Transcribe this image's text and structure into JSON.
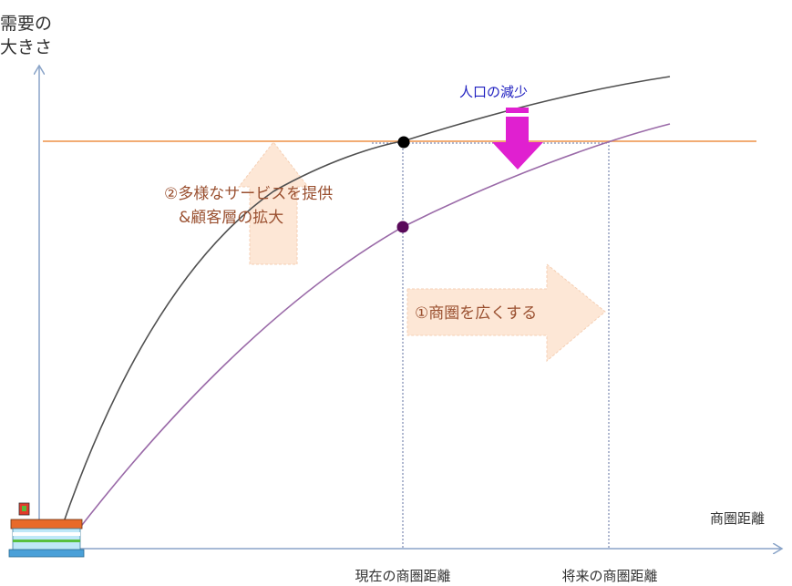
{
  "y_axis_label_line1": "需要の",
  "y_axis_label_line2": "大きさ",
  "x_axis_label": "商圏距離",
  "tick_current": "現在の商圏距離",
  "tick_future": "将来の商圏距離",
  "population_decrease_label": "人口の減少",
  "strategy2_line1": "②多様なサービスを提供",
  "strategy2_line2": "&顧客層の拡大",
  "strategy1_label": "①商圏を広くする",
  "colors": {
    "axis": "#8aa4c8",
    "threshold_line": "#f0a060",
    "current_curve": "#505050",
    "future_curve": "#9a6aa8",
    "population_arrow": "#e020d0",
    "population_label": "#2020c0",
    "strategy_arrow_fill": "#fde6d4",
    "strategy_text": "#9a5030",
    "guide_line": "#6070a0",
    "point_current": "#000000",
    "point_reduced": "#5a0a5a"
  },
  "icons": [
    "store-icon"
  ]
}
